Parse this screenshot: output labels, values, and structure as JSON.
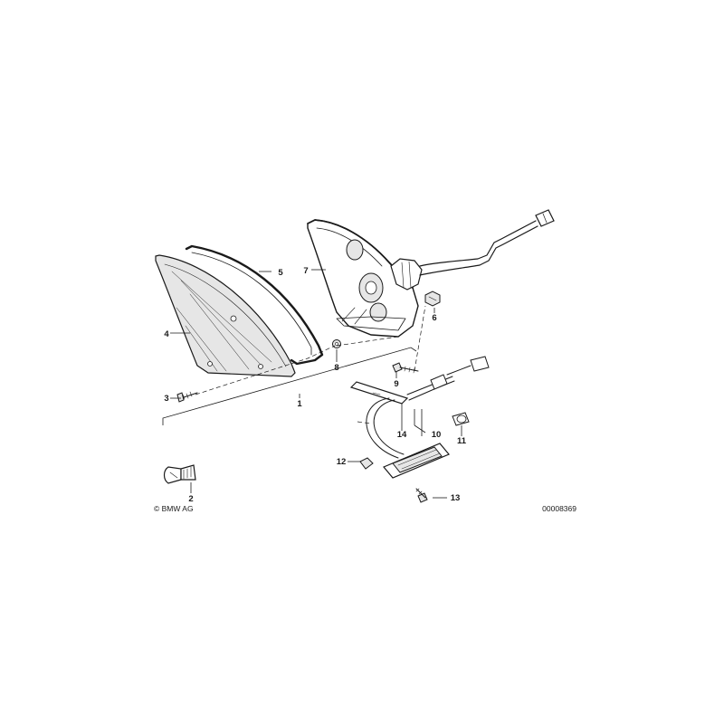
{
  "diagram": {
    "copyright": "© BMW AG",
    "drawing_number": "00008369",
    "parts": [
      {
        "id": "p1",
        "label": "1"
      },
      {
        "id": "p2",
        "label": "2"
      },
      {
        "id": "p3",
        "label": "3"
      },
      {
        "id": "p4",
        "label": "4"
      },
      {
        "id": "p5",
        "label": "5"
      },
      {
        "id": "p6",
        "label": "6"
      },
      {
        "id": "p7",
        "label": "7"
      },
      {
        "id": "p8",
        "label": "8"
      },
      {
        "id": "p9",
        "label": "9"
      },
      {
        "id": "p10",
        "label": "10"
      },
      {
        "id": "p11",
        "label": "11"
      },
      {
        "id": "p12",
        "label": "12"
      },
      {
        "id": "p13",
        "label": "13"
      },
      {
        "id": "p14",
        "label": "14"
      }
    ]
  }
}
